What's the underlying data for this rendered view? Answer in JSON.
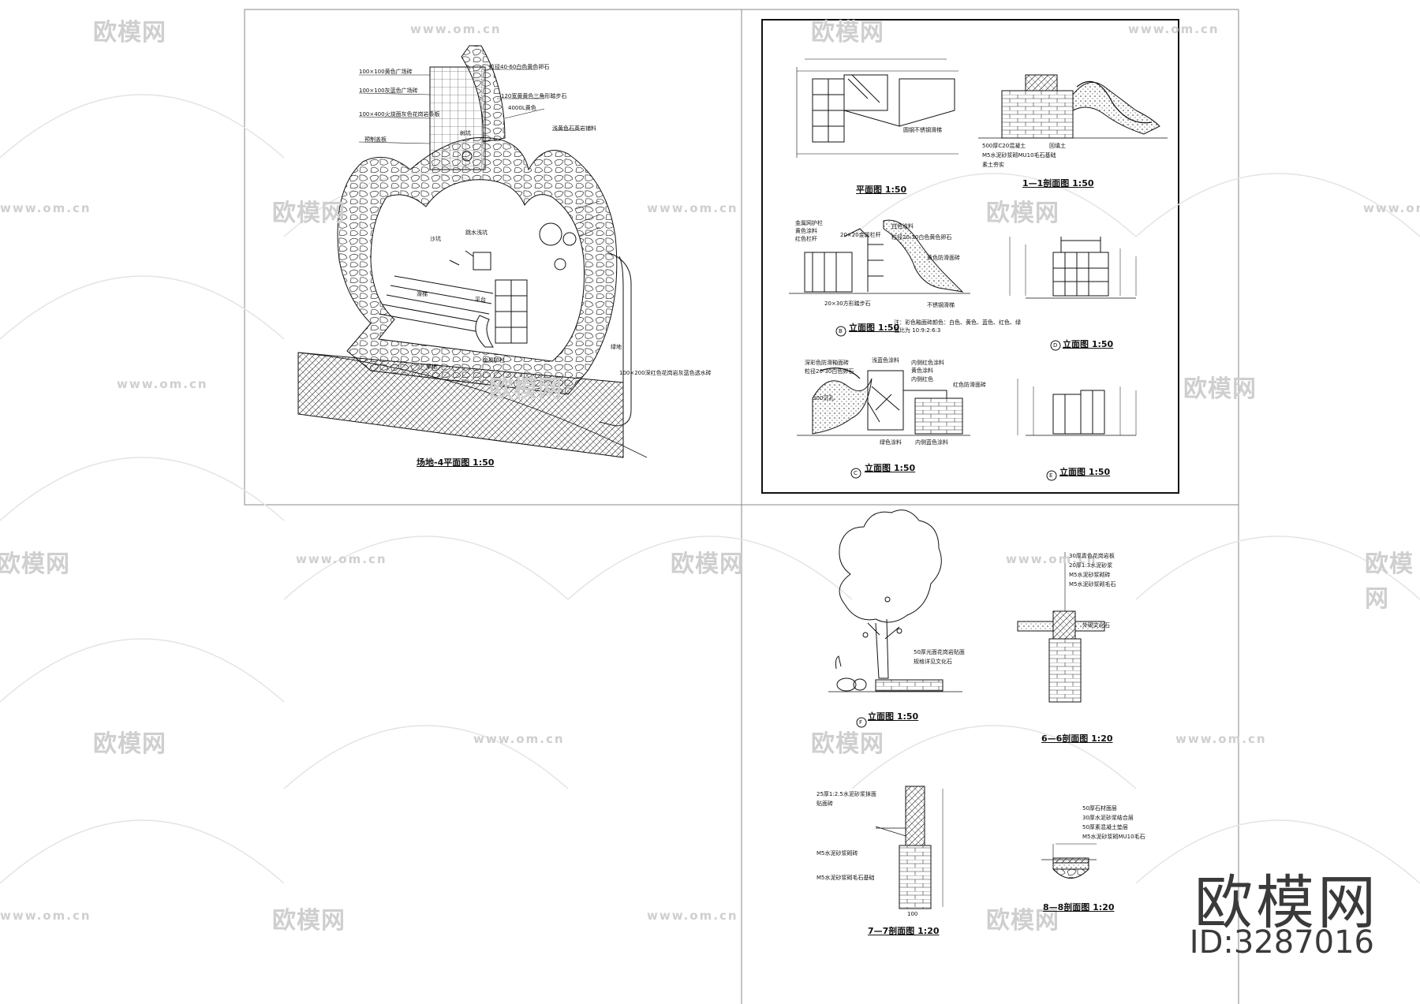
{
  "watermark": {
    "brand": "欧模网",
    "url": "www.om.cn"
  },
  "branding": {
    "name": "欧模网",
    "id": "ID:3287016"
  },
  "sheet1": {
    "caption": "场地-4平面图 1:50",
    "labels": {
      "l1": "100×100黄色广场砖",
      "l2": "100×100灰蓝色广场砖",
      "l3": "100×400火烧面灰色花岗岩条板",
      "l4": "预制盖板",
      "l5": "粒径40-60白色黄色卵石",
      "l6": "120宽黄黄色三角形踏步石",
      "l7": "4000L黄色",
      "l8": "浅黄色石英岩铺料",
      "l9": "沙坑",
      "l10": "滑梯",
      "l11": "平台",
      "l12": "跳水浅坑",
      "l13": "草地",
      "l14": "金属护栏",
      "l15": "绿地",
      "l16": "100×200深红色花岗岩灰蓝色透水砖",
      "l17": "树坑"
    }
  },
  "sheet2": {
    "captions": {
      "plan": "平面图 1:50",
      "sec11": "1—1剖面图 1:50",
      "elevB": "立面图 1:50",
      "elevD": "立面图 1:50",
      "elevC": "立面图 1:50",
      "elevE": "立面图 1:50"
    },
    "markers": {
      "b": "B",
      "c": "C",
      "d": "D",
      "e": "E"
    },
    "labels": {
      "p1": "圆钢不锈钢滑梯",
      "s1": "500厚C20混凝土",
      "s2": "M5水泥砂浆砌MU10毛石基础",
      "s3": "素土夯实",
      "s4": "回填土",
      "b1": "金属网护栏",
      "b2": "黄色涂料",
      "b3": "红色栏杆",
      "b4": "20×20金属栏杆",
      "b5": "白色涂料",
      "b6": "粒径20-30白色黄色卵石",
      "b7": "黄色防滑面砖",
      "b8": "不锈钢滑梯",
      "b9": "20×30方形踏步石",
      "note": "注：彩色釉面砖颜色：白色、黄色、蓝色、红色、绿色比为 10:9:2:6:3",
      "c1": "深彩色防滑釉面砖",
      "c2": "粒径20-30白色卵石",
      "c3": "浅蓝色涂料",
      "c4": "内侧红色涂料",
      "c5": "黄色涂料",
      "c6": "内侧红色",
      "c7": "红色防滑面砖",
      "c8": "绿色涂料",
      "c9": "内侧蓝色涂料",
      "c10": "300沉孔"
    }
  },
  "sheet3": {
    "captions": {
      "elevF": "立面图 1:50",
      "sec66": "6—6剖面图 1:20",
      "sec77": "7—7剖面图 1:20",
      "sec88": "8—8剖面图 1:20"
    },
    "markers": {
      "f": "F"
    },
    "labels": {
      "f1": "50厚光面花岗岩贴面",
      "f2": "规格详见文化石",
      "s61": "30厚青色花岗岩板",
      "s62": "20厚1:3水泥砂浆",
      "s63": "M5水泥砂浆砌砖",
      "s64": "M5水泥砂浆砌毛石",
      "s65": "外砌文化石",
      "s71": "25厚1:2.5水泥砂浆抹面",
      "s72": "贴面砖",
      "s73": "M5水泥砂浆砌砖",
      "s74": "M5水泥砂浆砌毛石基础",
      "s81": "50厚石材面层",
      "s82": "30厚水泥砂浆结合层",
      "s83": "50厚素混凝土垫层",
      "s84": "M5水泥砂浆砌MU10毛石",
      "dim": "100"
    }
  }
}
